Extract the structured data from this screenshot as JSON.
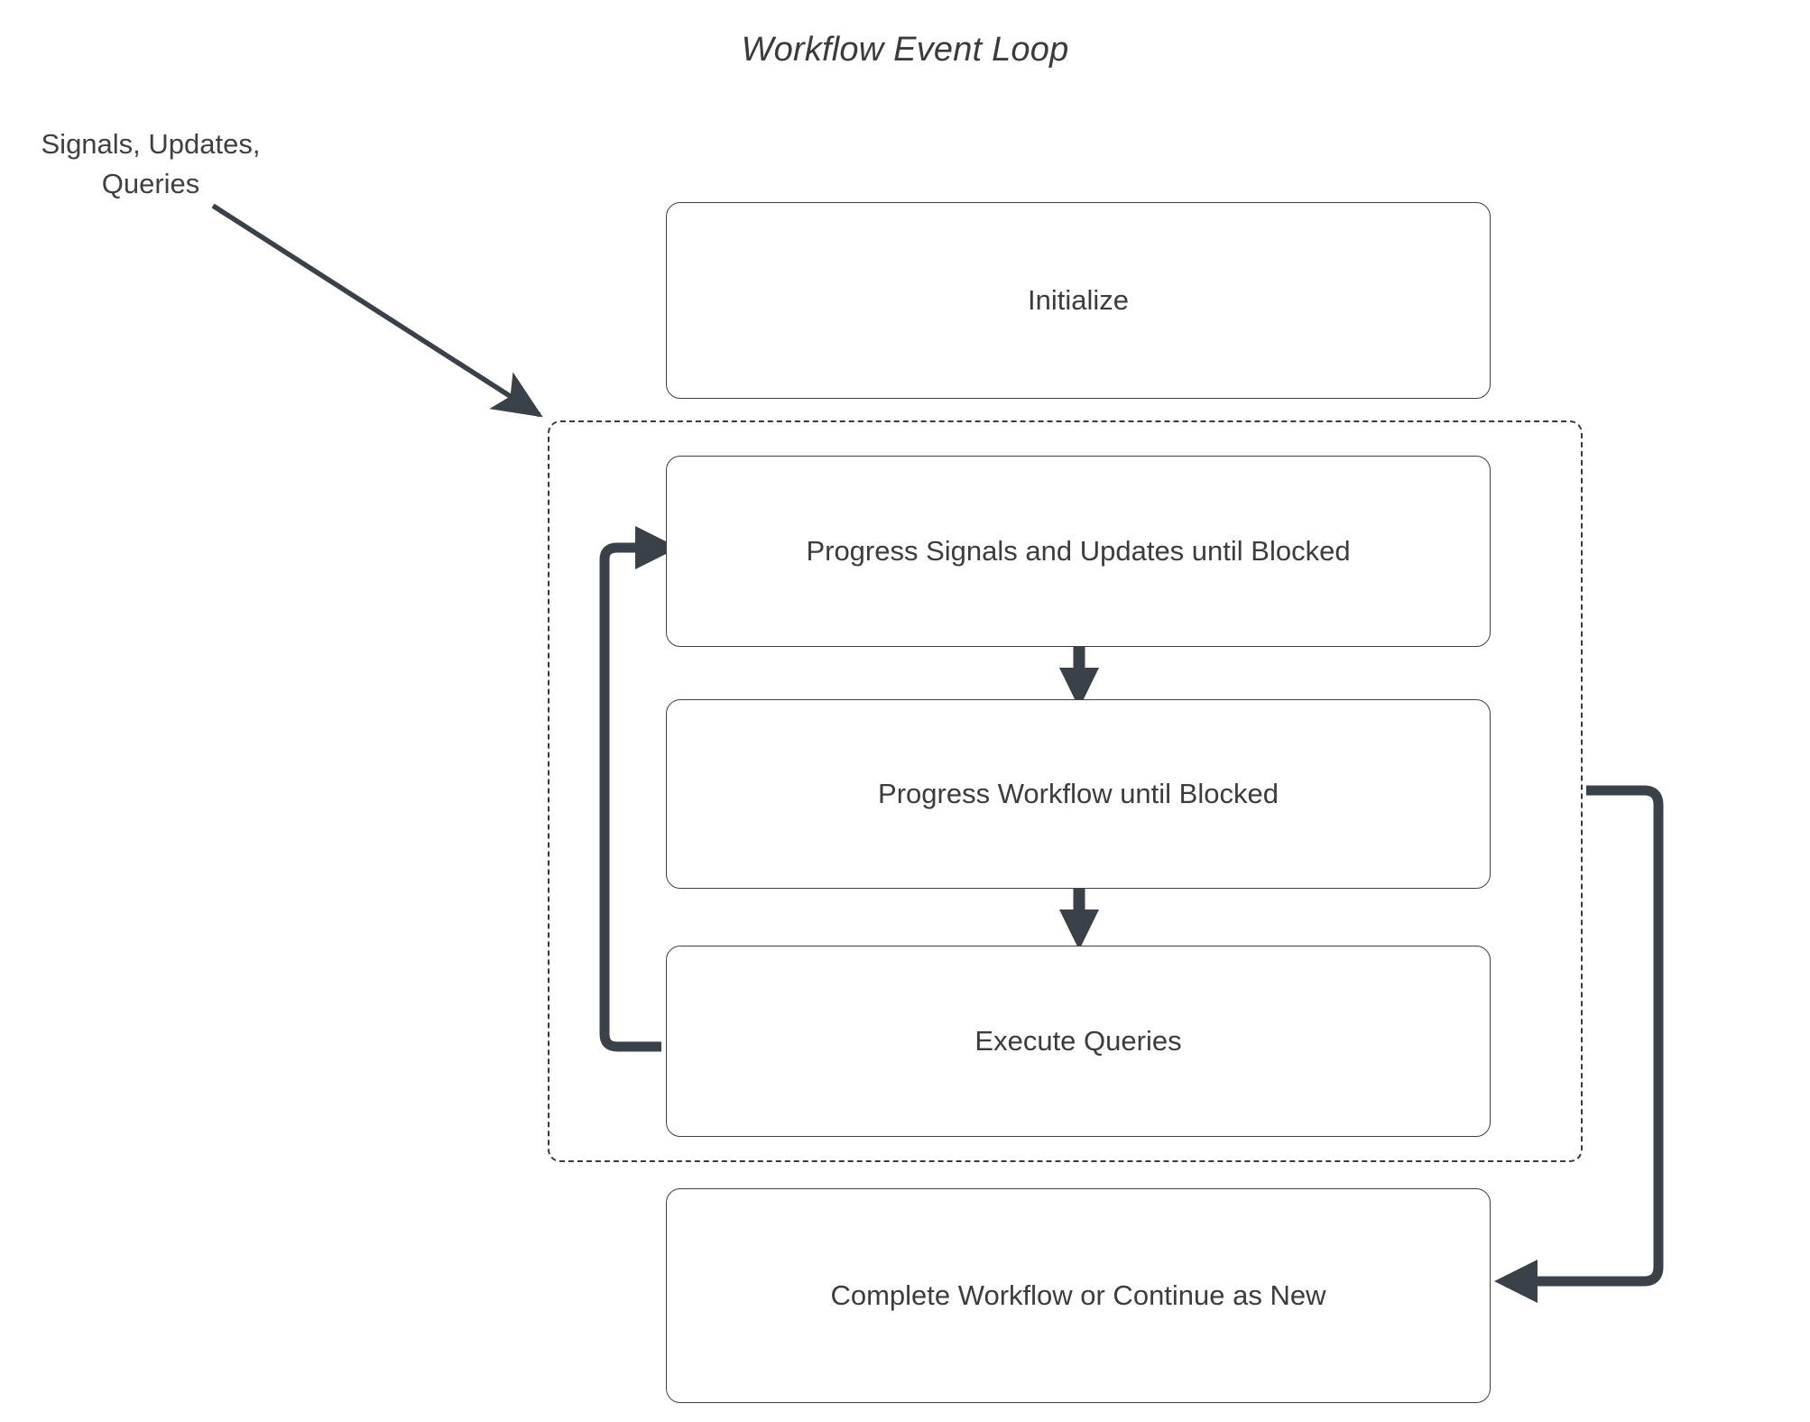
{
  "diagram": {
    "title": "Workflow Event Loop",
    "external_input": {
      "label": "Signals, Updates,\nQueries"
    },
    "loop_group": {
      "name": "event-loop-group",
      "style": "dashed"
    },
    "nodes": [
      {
        "id": "initialize",
        "label": "Initialize"
      },
      {
        "id": "progress-signals-updates",
        "label": "Progress Signals and Updates until Blocked"
      },
      {
        "id": "progress-workflow",
        "label": "Progress Workflow until Blocked"
      },
      {
        "id": "execute-queries",
        "label": "Execute Queries"
      },
      {
        "id": "complete-workflow",
        "label": "Complete Workflow or Continue as New"
      }
    ],
    "edges": [
      {
        "from": "external-input",
        "to": "event-loop-group",
        "style": "thin-arrow"
      },
      {
        "from": "progress-signals-updates",
        "to": "progress-workflow",
        "style": "thick-arrow"
      },
      {
        "from": "progress-workflow",
        "to": "execute-queries",
        "style": "thick-arrow"
      },
      {
        "from": "execute-queries",
        "to": "progress-signals-updates",
        "style": "thick-loop-left"
      },
      {
        "from": "event-loop-group",
        "to": "complete-workflow",
        "style": "thick-loop-right"
      }
    ],
    "colors": {
      "arrow": "#3b4149",
      "node_border": "#3f3f3f",
      "group_border": "#3a3a3a",
      "text": "#3c3c3c",
      "background": "#ffffff"
    }
  }
}
